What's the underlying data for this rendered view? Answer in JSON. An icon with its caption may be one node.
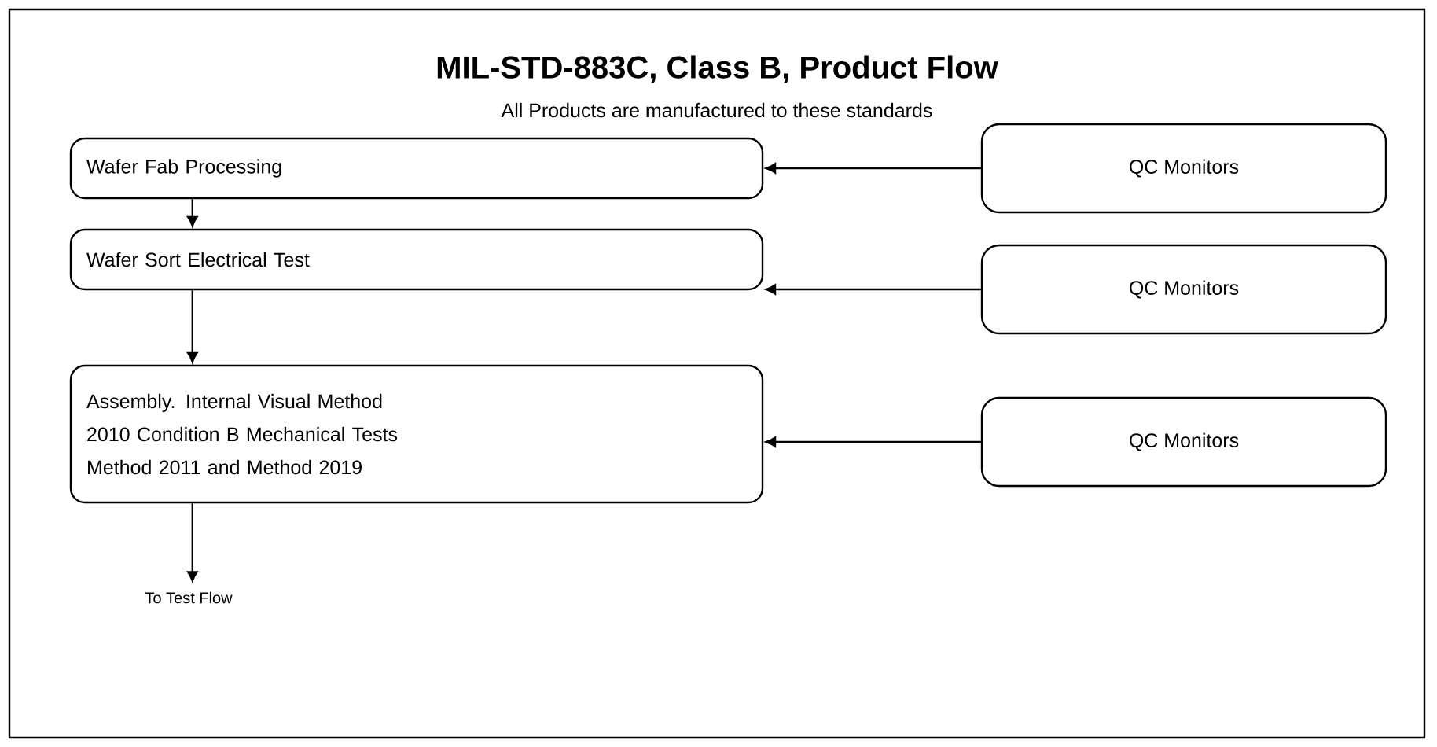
{
  "diagram": {
    "title": "MIL-STD-883C, Class B, Product Flow",
    "nodes": [
      {
        "text": [
          "Wafer Fab Processing"
        ]
      },
      {
        "text": [
          "QC Monitors"
        ]
      },
      {
        "text": [
          "Wafer Sort Electrical Test"
        ]
      },
      {
        "text": [
          "QC Monitors"
        ]
      },
      {
        "text": [
          "Assembly. Internal Visual Method 2010 Condition B Mechanical Tests Method 2011 and Method 2019"
        ]
      },
      {
        "text": [
          "QC Monitors"
        ]
      },
      {
        "text": [
          "To Test Flow"
        ]
      }
    ],
    "edges": [
      {
        "from": 1,
        "to": 0,
        "arrow": "to"
      },
      {
        "from": 0,
        "to": 2,
        "arrow": "to"
      },
      {
        "from": 3,
        "to": 2,
        "arrow": "to"
      },
      {
        "from": 2,
        "to": 4,
        "arrow": "to"
      },
      {
        "from": 5,
        "to": 4,
        "arrow": "to"
      },
      {
        "from": 4,
        "to": 6,
        "arrow": "to"
      }
    ],
    "labels": [
      "All Products are manufactured to these standards"
    ]
  }
}
